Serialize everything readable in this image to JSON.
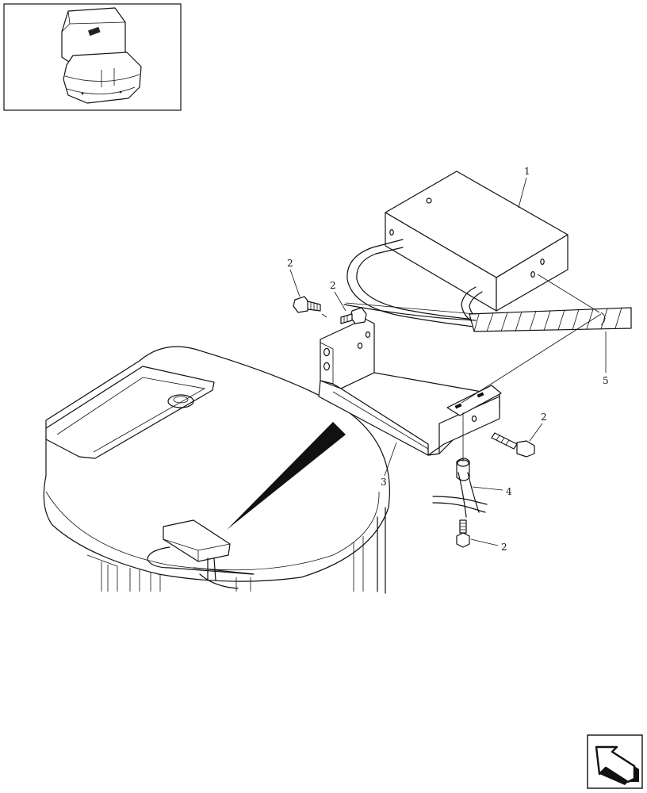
{
  "callouts": {
    "part_1": "1",
    "part_2_a": "2",
    "part_2_b": "2",
    "part_2_c": "2",
    "part_2_d": "2",
    "part_3": "3",
    "part_4": "4",
    "part_5": "5"
  },
  "icons": {
    "thumbnail": "machine-cab-thumbnail-icon",
    "navigation": "return-arrow-icon"
  }
}
